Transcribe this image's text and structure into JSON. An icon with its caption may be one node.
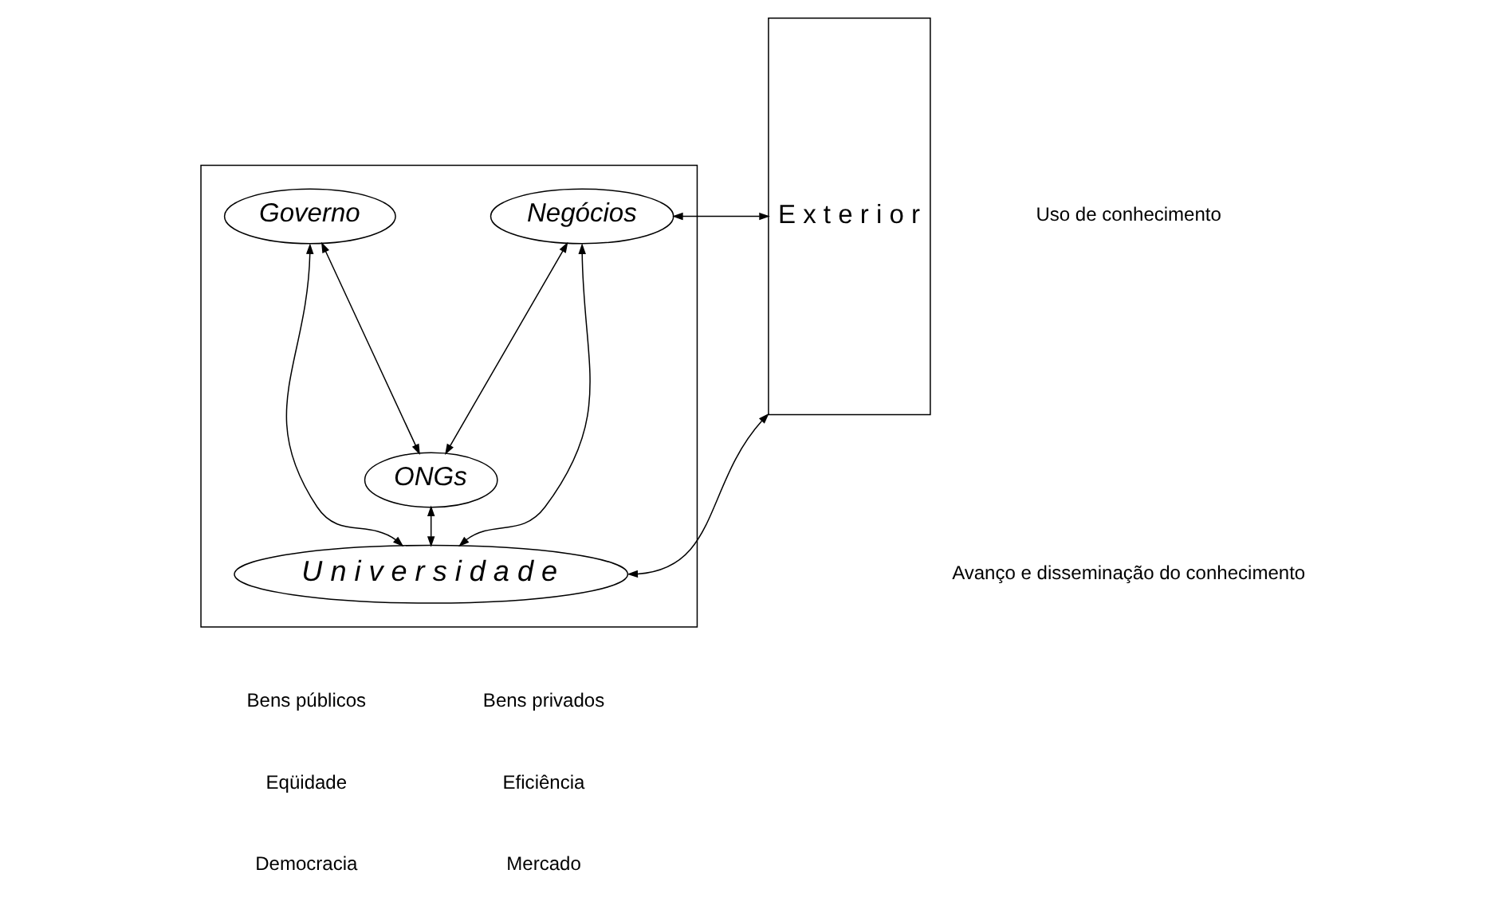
{
  "diagram": {
    "nodes": [
      {
        "text": [],
        "shape": "box"
      },
      {
        "text": [
          "Governo"
        ],
        "in": 0
      },
      {
        "text": [
          "Negócios"
        ],
        "in": 0
      },
      {
        "text": [
          "ONGs"
        ],
        "in": 0
      },
      {
        "text": [
          "U n i v e r s i d a d e"
        ],
        "in": 0
      },
      {
        "text": [
          "E x t e r i o r"
        ]
      }
    ],
    "edges": [
      {
        "from": 1,
        "to": 3,
        "arrow": "both"
      },
      {
        "from": 2,
        "to": 3,
        "arrow": "both"
      },
      {
        "from": 1,
        "to": 4,
        "arrow": "both"
      },
      {
        "from": 2,
        "to": 4,
        "arrow": "both"
      },
      {
        "from": 3,
        "to": 4,
        "arrow": "both"
      },
      {
        "from": 2,
        "to": 5,
        "arrow": "both"
      },
      {
        "from": 4,
        "to": 5,
        "arrow": "both"
      }
    ],
    "labels": [
      "Uso de conhecimento",
      "Avanço e disseminação do conhecimento",
      "Bens públicos",
      "Bens privados",
      "Eqüidade",
      "Eficiência",
      "Democracia",
      "Mercado"
    ]
  }
}
